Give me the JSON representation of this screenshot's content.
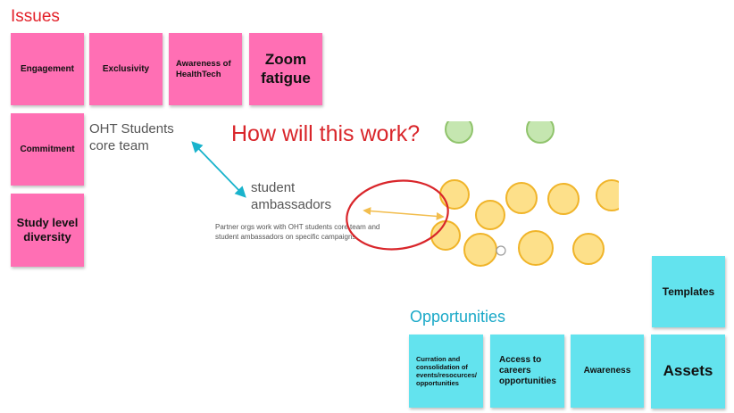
{
  "headings": {
    "issues": "Issues",
    "opportunities": "Opportunities",
    "question": "How will this work?"
  },
  "issues": {
    "engagement": "Engagement",
    "exclusivity": "Exclusivity",
    "awareness_healthtech": "Awareness of HealthTech",
    "zoom_fatigue": "Zoom fatigue",
    "commitment": "Commitment",
    "study_level_diversity": "Study level diversity"
  },
  "diagram": {
    "core_team": "OHT Students core team",
    "ambassadors": "student ambassadors",
    "partner_note": "Partner orgs work with OHT students core team and student ambassadors on specific campaigns"
  },
  "opportunities": {
    "curation": "Curration and consolidation of events/resocurces/ opportunities",
    "careers": "Access to careers opportunities",
    "awareness": "Awareness",
    "assets": "Assets",
    "templates": "Templates"
  },
  "colors": {
    "issues_heading": "#e3222a",
    "opportunities_heading": "#1aa9c8",
    "pink_note": "#ff6fb4",
    "cyan_note": "#63e3ee",
    "arrow": "#19b3cc",
    "circle_yellow": "#fde08a",
    "circle_green": "#c5e6b0",
    "red_ellipse": "#d9262b"
  }
}
